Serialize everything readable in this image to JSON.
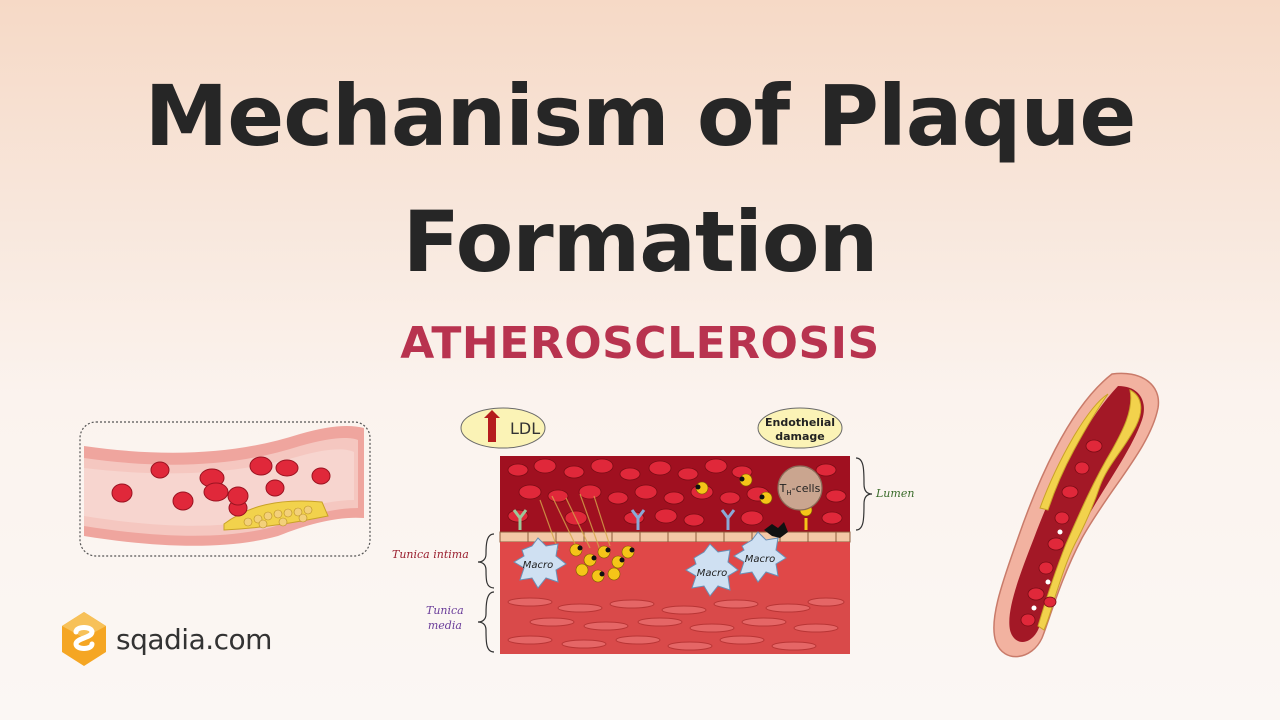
{
  "title_line1": "Mechanism of Plaque",
  "title_line2": "Formation",
  "subtitle": "ATHEROSCLEROSIS",
  "logo_text": "sqadia.com",
  "diagram": {
    "ldl_label": "LDL",
    "endothelial_label_line1": "Endothelial",
    "endothelial_label_line2": "damage",
    "th_cells_label": "T",
    "th_cells_sub": "H",
    "th_cells_rest": "-cells",
    "macro_label": "Macro",
    "lumen_label": "Lumen",
    "tunica_intima_label": "Tunica intima",
    "tunica_media_line1": "Tunica",
    "tunica_media_line2": "media"
  },
  "colors": {
    "title": "#262626",
    "subtitle": "#b8334f",
    "lumen_red": "#a01020",
    "rbc": "#e0283a",
    "intima": "#e04848",
    "media": "#d94a4a",
    "plaque_yellow": "#f2d24c",
    "logo_orange": "#f5a623",
    "lumen_label": "#3a6b2a",
    "intima_label": "#9a1f2f",
    "media_label": "#6a3d9a"
  }
}
